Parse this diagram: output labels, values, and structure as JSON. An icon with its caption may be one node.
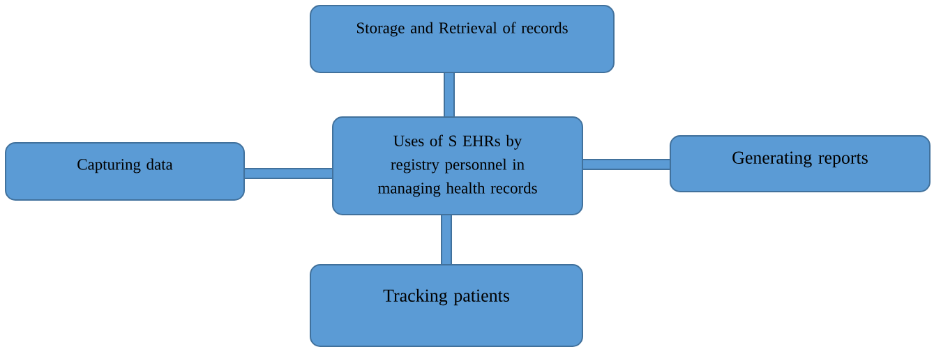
{
  "diagram": {
    "nodes": [
      {
        "text": [
          "Uses of S EHRs by registry personnel in managing health records"
        ]
      },
      {
        "text": [
          "Storage and Retrieval of records"
        ]
      },
      {
        "text": [
          "Capturing data"
        ]
      },
      {
        "text": [
          "Generating reports"
        ]
      },
      {
        "text": [
          "Tracking patients"
        ]
      }
    ],
    "edges": [
      {
        "from": 0,
        "to": 1,
        "arrow": "none"
      },
      {
        "from": 0,
        "to": 2,
        "arrow": "none"
      },
      {
        "from": 0,
        "to": 3,
        "arrow": "none"
      },
      {
        "from": 0,
        "to": 4,
        "arrow": "none"
      }
    ]
  }
}
